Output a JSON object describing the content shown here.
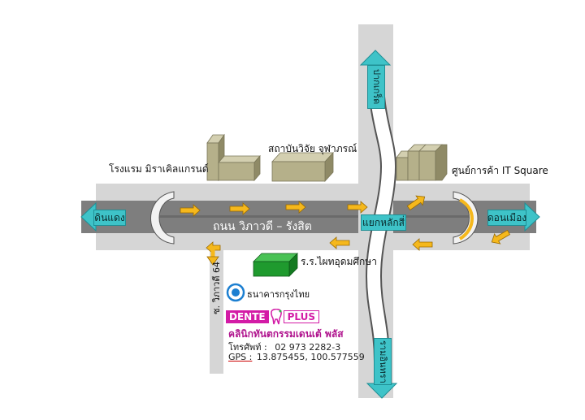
{
  "map": {
    "main_road_label": "ถนน วิภาวดี – รังสิต",
    "side_road_label": "ซ. วิภาวดี 64",
    "intersection_label": "แยกหลักสี่",
    "destinations": {
      "west": "ดินแดง",
      "east": "ดอนเมือง",
      "north": "ปากเกร็ด",
      "south": "รามอินทรา"
    },
    "landmarks": {
      "hotel": "โรงแรม มิราเคิลแกรนด์",
      "institute": "สถาบันวิจัย จุฬาภรณ์",
      "mall": "ศูนย์การค้า IT Square",
      "school": "ร.ร.ไผทอุดมศึกษา",
      "bank": "ธนาคารกรุงไทย"
    },
    "clinic": {
      "logo_left": "DENTE",
      "logo_right": "PLUS",
      "name": "คลินิกทันตกรรมเดนเต้ พลัส",
      "phone_label": "โทรศัพท์ :",
      "phone": "02 973 2282-3",
      "gps_label": "GPS :",
      "gps": "13.875455, 100.577559"
    },
    "colors": {
      "road_outer": "#d6d6d6",
      "road_inner": "#7e7e7e",
      "flyover": "#bfbfbf",
      "destination_tag": "#3ec3c8",
      "direction_arrow": "#f5b81c",
      "building": "#b5b08a",
      "school_building": "#1f9a2e",
      "brand": "#d31ba6"
    }
  }
}
